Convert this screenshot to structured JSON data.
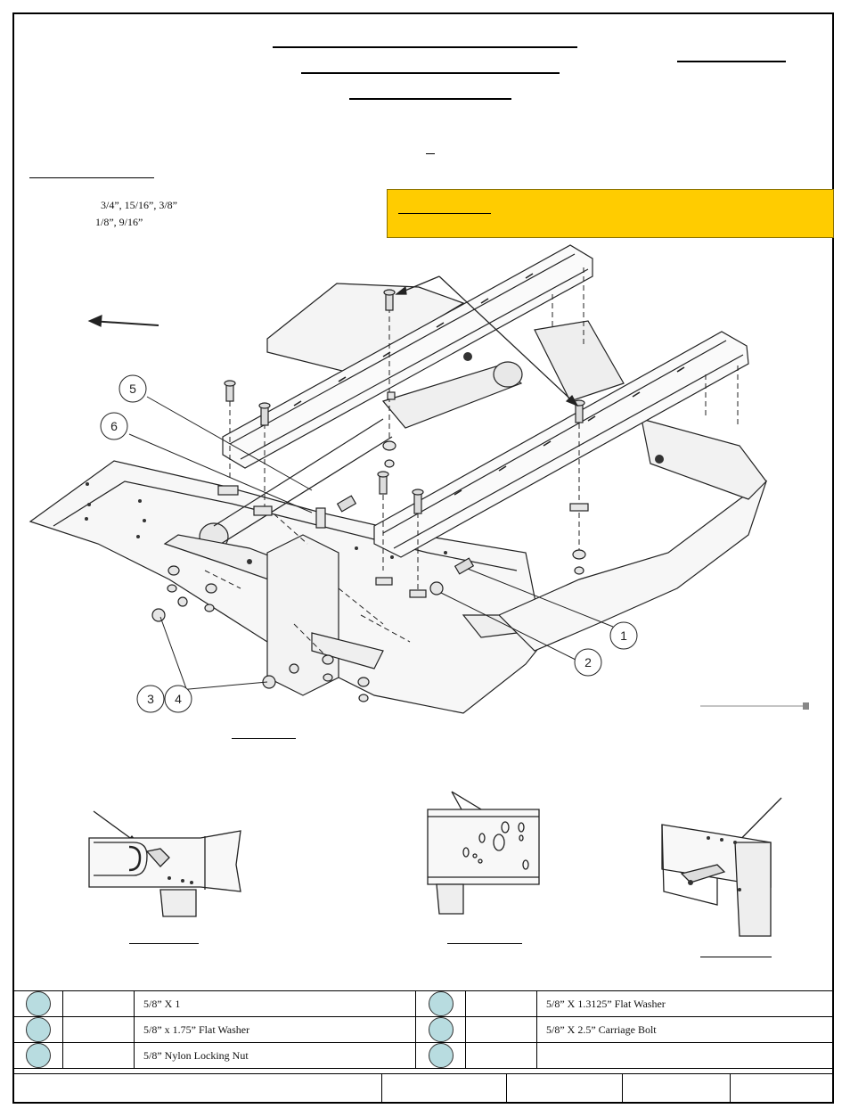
{
  "tools": {
    "line1": "3/4”, 15/16”, 3/8”",
    "line2": "1/8”, 9/16”"
  },
  "callouts": [
    "1",
    "2",
    "3",
    "4",
    "5",
    "6"
  ],
  "parts": [
    {
      "left_desc": "5/8” X 1",
      "right_desc": "5/8” X 1.3125” Flat Washer"
    },
    {
      "left_desc": "5/8” x 1.75” Flat Washer",
      "right_desc": "5/8” X 2.5” Carriage Bolt"
    },
    {
      "left_desc": "5/8” Nylon Locking Nut",
      "right_desc": ""
    }
  ],
  "colors": {
    "warning": "#ffcc00",
    "bubble": "#b8dce0"
  }
}
